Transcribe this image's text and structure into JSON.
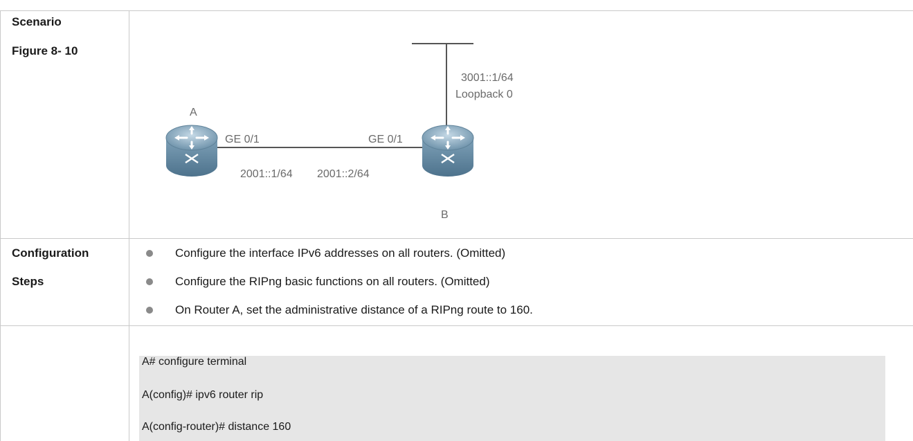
{
  "scenario": {
    "label": "Scenario",
    "figure_label": "Figure 8- 10"
  },
  "diagram": {
    "router_a": {
      "name": "A",
      "interface": "GE 0/1",
      "address": "2001::1/64"
    },
    "router_b": {
      "name": "B",
      "interface": "GE 0/1",
      "address": "2001::2/64",
      "loopback_address": "3001::1/64",
      "loopback_name": "Loopback 0"
    }
  },
  "configuration": {
    "label_line1": "Configuration",
    "label_line2": "Steps",
    "steps": [
      "Configure the interface IPv6 addresses on all routers. (Omitted)",
      "Configure the RIPng basic functions on all routers. (Omitted)",
      "On Router A, set the administrative distance of a RIPng route to 160."
    ]
  },
  "commands": [
    "A# configure terminal",
    "A(config)# ipv6 router rip",
    "A(config-router)# distance 160"
  ]
}
